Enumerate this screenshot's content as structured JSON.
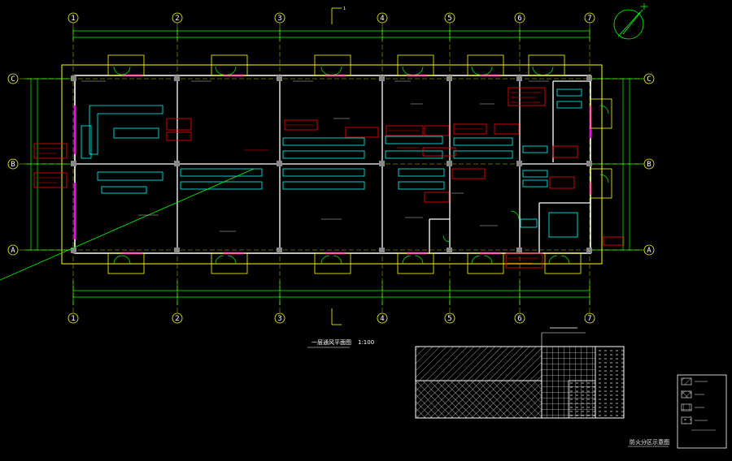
{
  "drawing": {
    "plan_title": "一层通风平面图",
    "plan_scale": "1:100",
    "zoning_title": "防火分区示意图",
    "section_mark": "1",
    "grid_columns": [
      "1",
      "2",
      "3",
      "4",
      "5",
      "6",
      "7"
    ],
    "grid_rows": [
      "C",
      "B",
      "A"
    ]
  },
  "legend": {
    "items": [
      {
        "pattern": "diagonal"
      },
      {
        "pattern": "cross"
      },
      {
        "pattern": "grid"
      },
      {
        "pattern": "dots"
      }
    ]
  },
  "colors": {
    "background": "#000000",
    "wall": "#ffffff",
    "dimension": "#00ff00",
    "grid_axis": "#ffff00",
    "annotation": "#ff0000",
    "equipment": "#00ffff",
    "column": "#888888",
    "door": "#ff00ff"
  }
}
